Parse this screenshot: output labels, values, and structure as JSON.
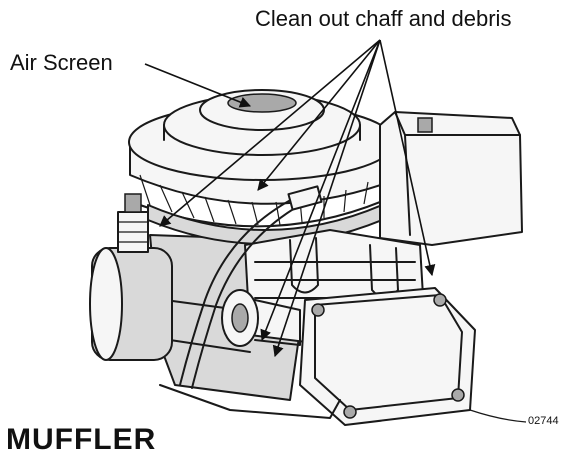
{
  "labels": {
    "clean": "Clean out chaff and debris",
    "air_screen": "Air Screen",
    "code": "02744",
    "muffler": "MUFFLER"
  },
  "colors": {
    "ink": "#111111",
    "shade": "#d9d9d9",
    "paper": "#ffffff"
  }
}
